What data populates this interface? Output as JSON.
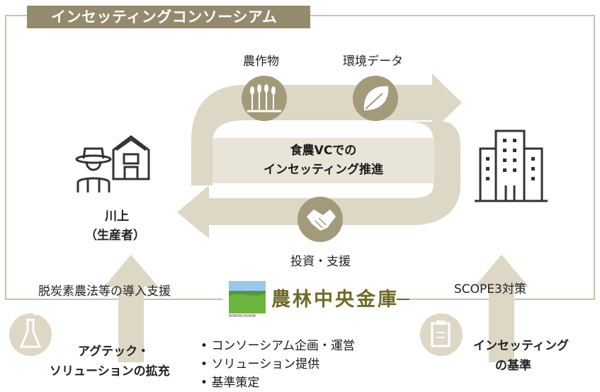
{
  "title": "インセッティングコンソーシアム",
  "cycle": {
    "top_left_label": "農作物",
    "top_right_label": "環境データ",
    "bottom_label": "投資・支援",
    "center_line1": "食農VCでの",
    "center_line2": "インセッティング推進"
  },
  "producer": {
    "line1": "川上",
    "line2": "（生産者）"
  },
  "left_arrow_label": "脱炭素農法等の導入支援",
  "right_arrow_label": "SCOPE3対策",
  "bank": {
    "name": "農林中央金庫",
    "logo_text": "NORINCHUKIN"
  },
  "bottom_left": {
    "line1": "アグテック・",
    "line2": "ソリューションの拡充"
  },
  "bottom_right": {
    "line1": "インセッティング",
    "line2": "の基準"
  },
  "bullets": [
    "コンソーシアム企画・運営",
    "ソリューション提供",
    "基準策定"
  ],
  "colors": {
    "title_band": "#948a6d",
    "arrow": "#ddd7c6",
    "icon_circle": "#a39a7c",
    "frame": "#b5ad95",
    "logo_green": "#4f9b3c",
    "logo_text": "#6f6a2a"
  }
}
